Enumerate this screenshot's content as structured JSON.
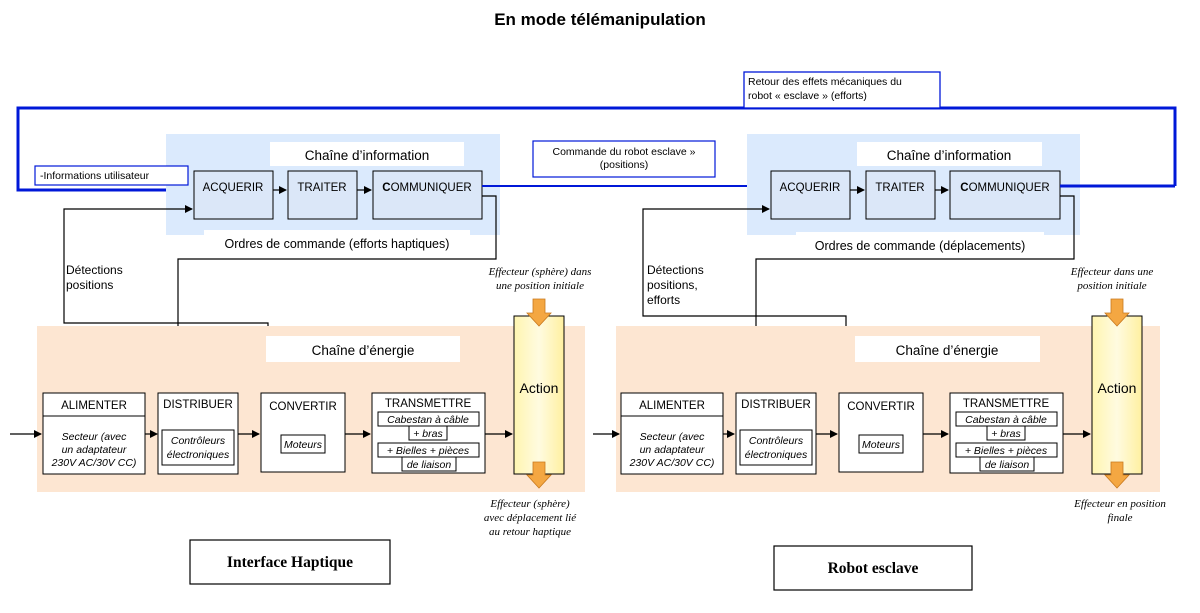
{
  "title": "En mode télémanipulation",
  "colors": {
    "info_panel": "#dbeafd",
    "energy_panel": "#fde6d2",
    "action_fill": "#fff8c6",
    "arrow_orange": "#f4a742",
    "loop_blue": "#0018d8",
    "box_fill": "#dbe7f8"
  },
  "top_loop": {
    "feedback_label_line1": "Retour des effets mécaniques du",
    "feedback_label_line2": "robot « esclave » (efforts)",
    "command_label_line1": "Commande du robot   esclave »",
    "command_label_line2": "(positions)",
    "user_info_label": "-Informations utilisateur"
  },
  "left": {
    "info_chain_title": "Chaîne d’information",
    "acquerir": "ACQUERIR",
    "traiter": "TRAITER",
    "communiquer_first": "C",
    "communiquer_rest": "OMMUNIQUER",
    "orders_label": "Ordres de commande (efforts haptiques)",
    "detections_line1": "Détections",
    "detections_line2": "positions",
    "energy_chain_title": "Chaîne d’énergie",
    "alimenter": "ALIMENTER",
    "alimenter_sub": [
      "Secteur (avec",
      "un adaptateur",
      "230V AC/30V CC)"
    ],
    "distribuer": "DISTRIBUER",
    "distribuer_sub": [
      "Contrôleurs",
      "électroniques"
    ],
    "convertir": "CONVERTIR",
    "convertir_sub": "Moteurs",
    "transmettre": "TRANSMETTRE",
    "transmettre_sub": [
      "Cabestan à câble",
      "+ bras",
      "+ Bielles  + pièces",
      "de liaison"
    ],
    "action": "Action",
    "effector_top": [
      "Effecteur (sphère) dans",
      "une position initiale"
    ],
    "effector_bottom": [
      "Effecteur (sphère)",
      "avec déplacement lié",
      "au retour haptique"
    ],
    "footer": "Interface Haptique"
  },
  "right": {
    "info_chain_title": "Chaîne d’information",
    "acquerir": "ACQUERIR",
    "traiter": "TRAITER",
    "communiquer_first": "C",
    "communiquer_rest": "OMMUNIQUER",
    "orders_label": "Ordres de commande (déplacements)",
    "detections_line1": "Détections",
    "detections_line2": "positions,",
    "detections_line3": "efforts",
    "energy_chain_title": "Chaîne d’énergie",
    "alimenter": "ALIMENTER",
    "alimenter_sub": [
      "Secteur (avec",
      "un adaptateur",
      "230V AC/30V CC)"
    ],
    "distribuer": "DISTRIBUER",
    "distribuer_sub": [
      "Contrôleurs",
      "électroniques"
    ],
    "convertir": "CONVERTIR",
    "convertir_sub": "Moteurs",
    "transmettre": "TRANSMETTRE",
    "transmettre_sub": [
      "Cabestan à câble",
      "+ bras",
      "+ Bielles  + pièces",
      "de liaison"
    ],
    "action": "Action",
    "effector_top": [
      "Effecteur dans une",
      "position initiale"
    ],
    "effector_bottom": [
      "Effecteur en  position",
      "finale"
    ],
    "footer": "Robot esclave"
  }
}
